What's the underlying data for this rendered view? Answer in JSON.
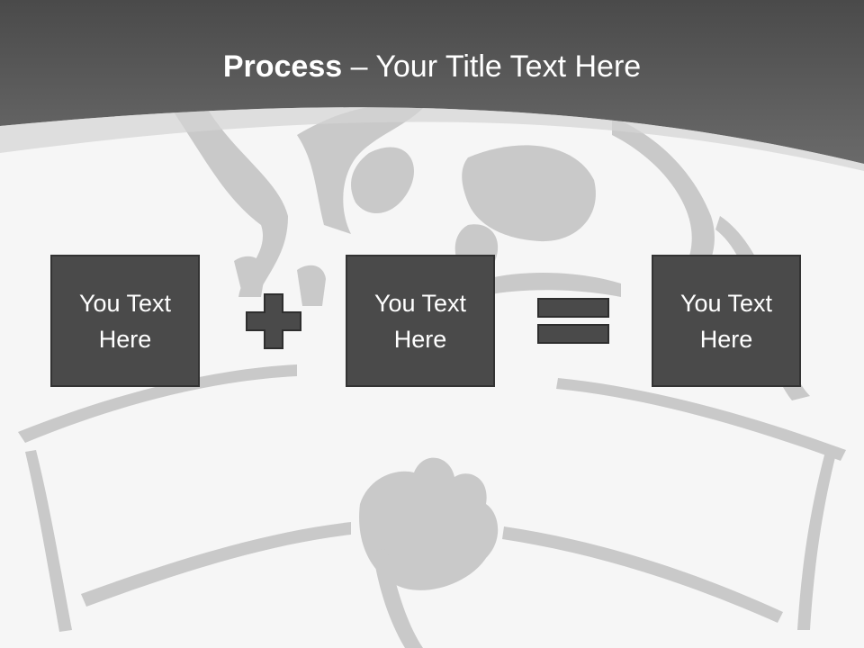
{
  "slide": {
    "title_bold": "Process",
    "title_rest": " – Your Title Text Here"
  },
  "process": {
    "steps": [
      {
        "label": "You Text Here"
      },
      {
        "label": "You Text Here"
      },
      {
        "label": "You Text Here"
      }
    ],
    "operators": [
      "plus-icon",
      "equals-icon"
    ]
  },
  "colors": {
    "header_dark": "#4a4a4a",
    "box_fill": "#4a4a4a",
    "box_border": "#333333",
    "background": "#f6f6f6",
    "watermark": "#c8c8c8",
    "text_light": "#ffffff"
  }
}
